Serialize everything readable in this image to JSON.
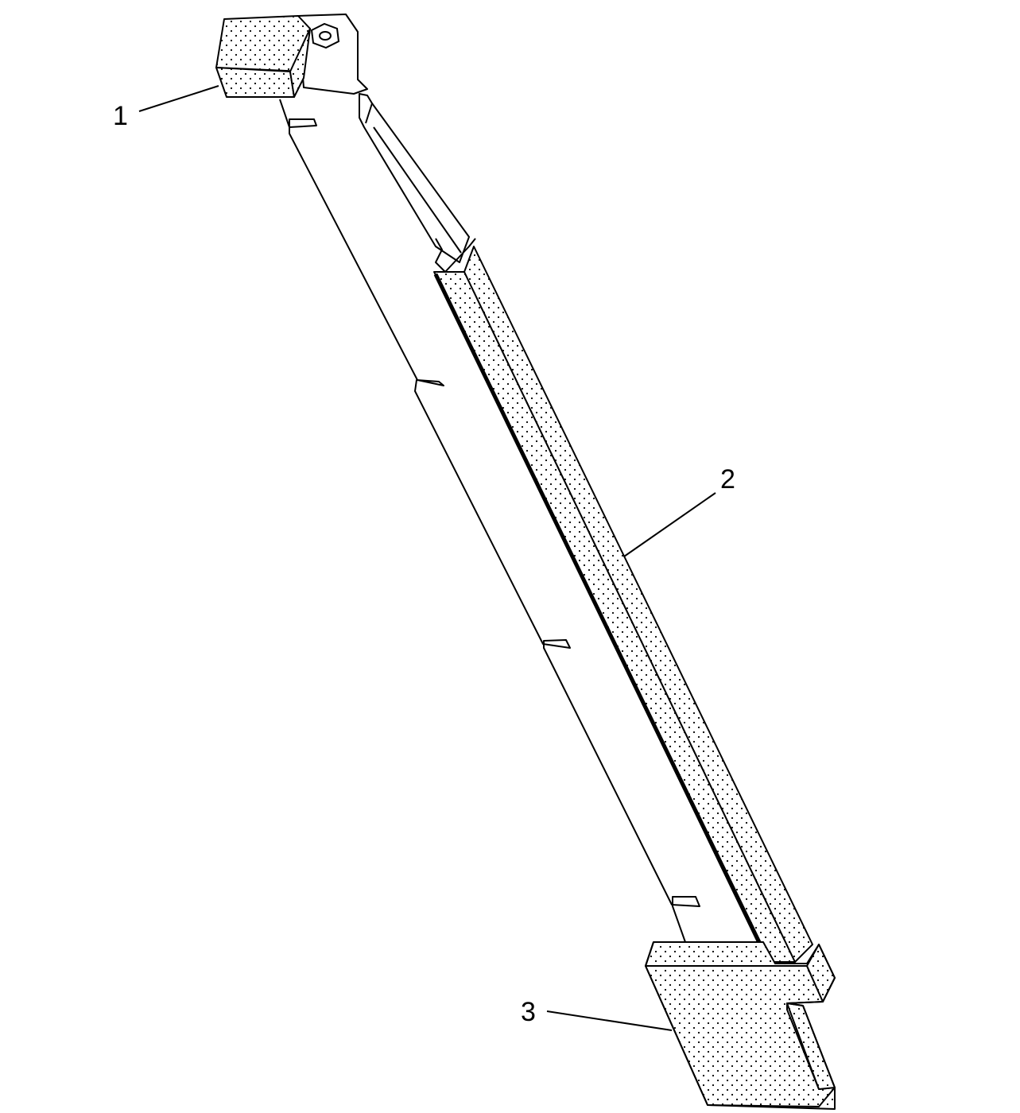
{
  "diagram": {
    "colors": {
      "stroke": "#000000",
      "background": "#ffffff",
      "foam_dots": "#000000"
    },
    "callouts": [
      {
        "id": "1",
        "label": "1"
      },
      {
        "id": "2",
        "label": "2"
      },
      {
        "id": "3",
        "label": "3"
      }
    ]
  }
}
